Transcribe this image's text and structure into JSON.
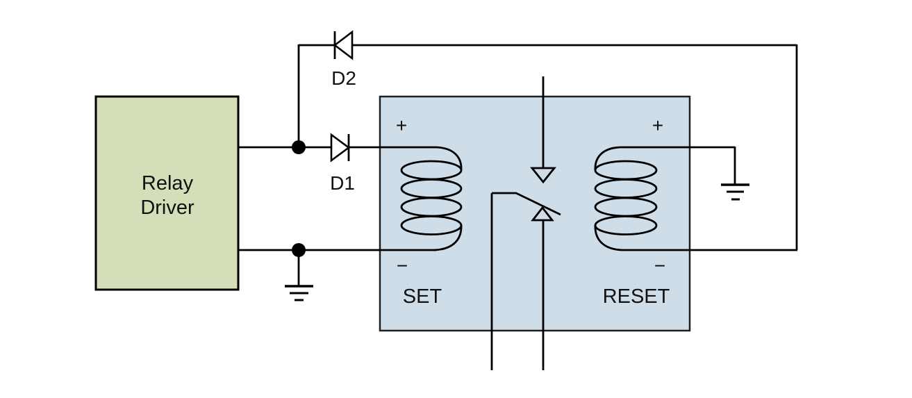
{
  "relay_driver": {
    "label_line1": "Relay",
    "label_line2": "Driver"
  },
  "diodes": {
    "d1_label": "D1",
    "d2_label": "D2"
  },
  "relay": {
    "set": {
      "plus": "+",
      "minus": "−",
      "label": "SET"
    },
    "reset": {
      "plus": "+",
      "minus": "−",
      "label": "RESET"
    }
  },
  "colors": {
    "driver_box_fill": "#d3dfb8",
    "relay_box_fill": "#cfdde9",
    "wire": "#000000",
    "text": "#111111"
  }
}
